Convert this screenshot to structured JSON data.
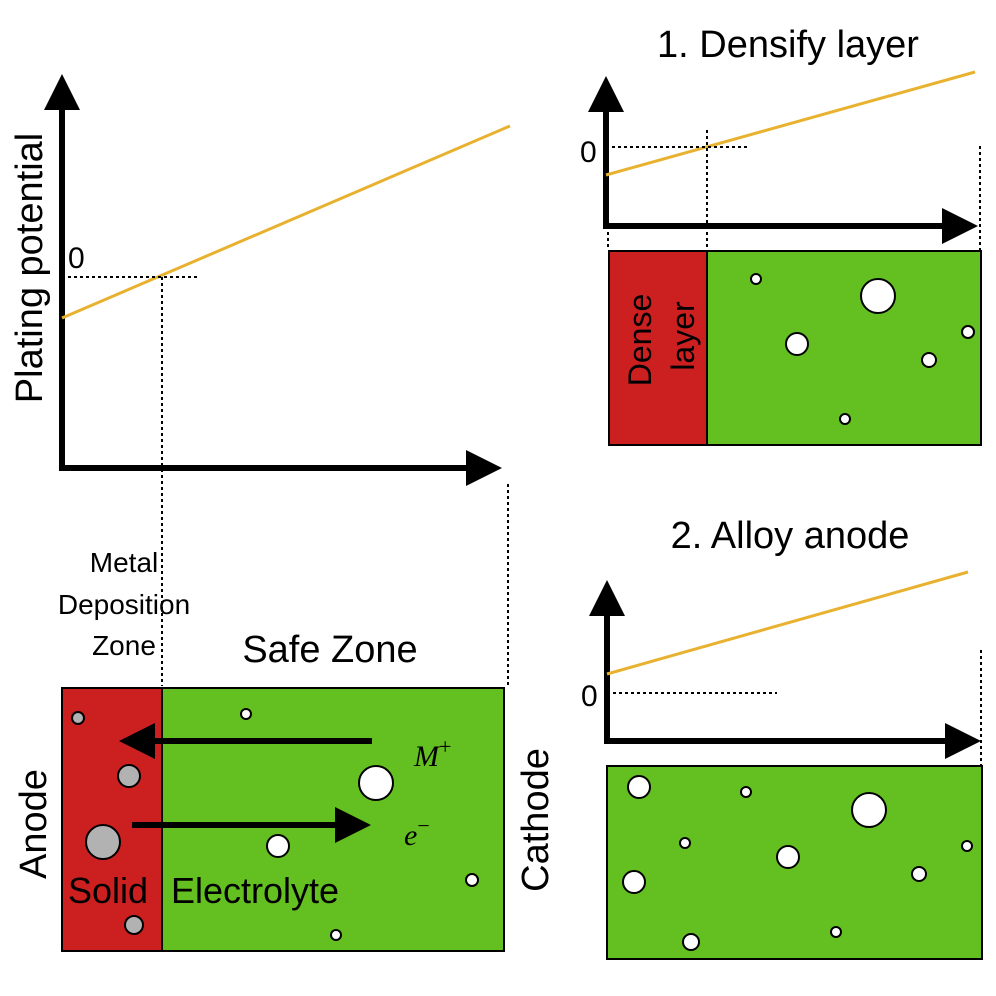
{
  "main_panel": {
    "y_axis_label": "Plating potential",
    "zero_label": "0",
    "metal_deposition_zone": [
      "Metal",
      "Deposition",
      "Zone"
    ],
    "safe_zone_label": "Safe Zone",
    "anode_label": "Anode",
    "cathode_label": "Cathode",
    "solid_label": "Solid",
    "electrolyte_label": "Electrolyte",
    "ion_label": "M",
    "ion_sup": "+",
    "electron_label": "e",
    "electron_sup": "−"
  },
  "panel_1": {
    "title": "1. Densify layer",
    "zero_label": "0",
    "dense_layer": [
      "Dense",
      "layer"
    ]
  },
  "panel_2": {
    "title": "2. Alloy anode",
    "zero_label": "0"
  },
  "colors": {
    "potential_line": "#e8b230",
    "red_region": "#cc1f1f",
    "green_region": "#64bf21",
    "gray_particle": "#b2b2b2",
    "pore": "#ffffff",
    "axis": "#000000"
  }
}
